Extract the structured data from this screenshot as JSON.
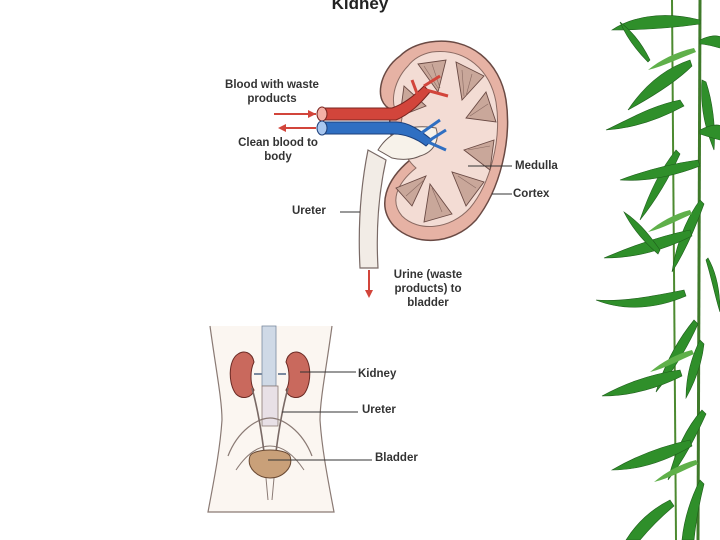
{
  "slide": {
    "title": "Kidney"
  },
  "kidney_diagram": {
    "label_blood_with_waste": "Blood with waste products",
    "label_clean_blood": "Clean blood to body",
    "label_medulla": "Medulla",
    "label_cortex": "Cortex",
    "label_ureter": "Ureter",
    "label_urine": "Urine (waste products) to bladder"
  },
  "body_diagram": {
    "label_kidney": "Kidney",
    "label_ureter": "Ureter",
    "label_bladder": "Bladder"
  },
  "colors": {
    "artery_red": "#d2453b",
    "vein_blue": "#2f6fc2",
    "kidney_pink": "#c9695d",
    "bamboo_green": "#2f8f2a"
  }
}
